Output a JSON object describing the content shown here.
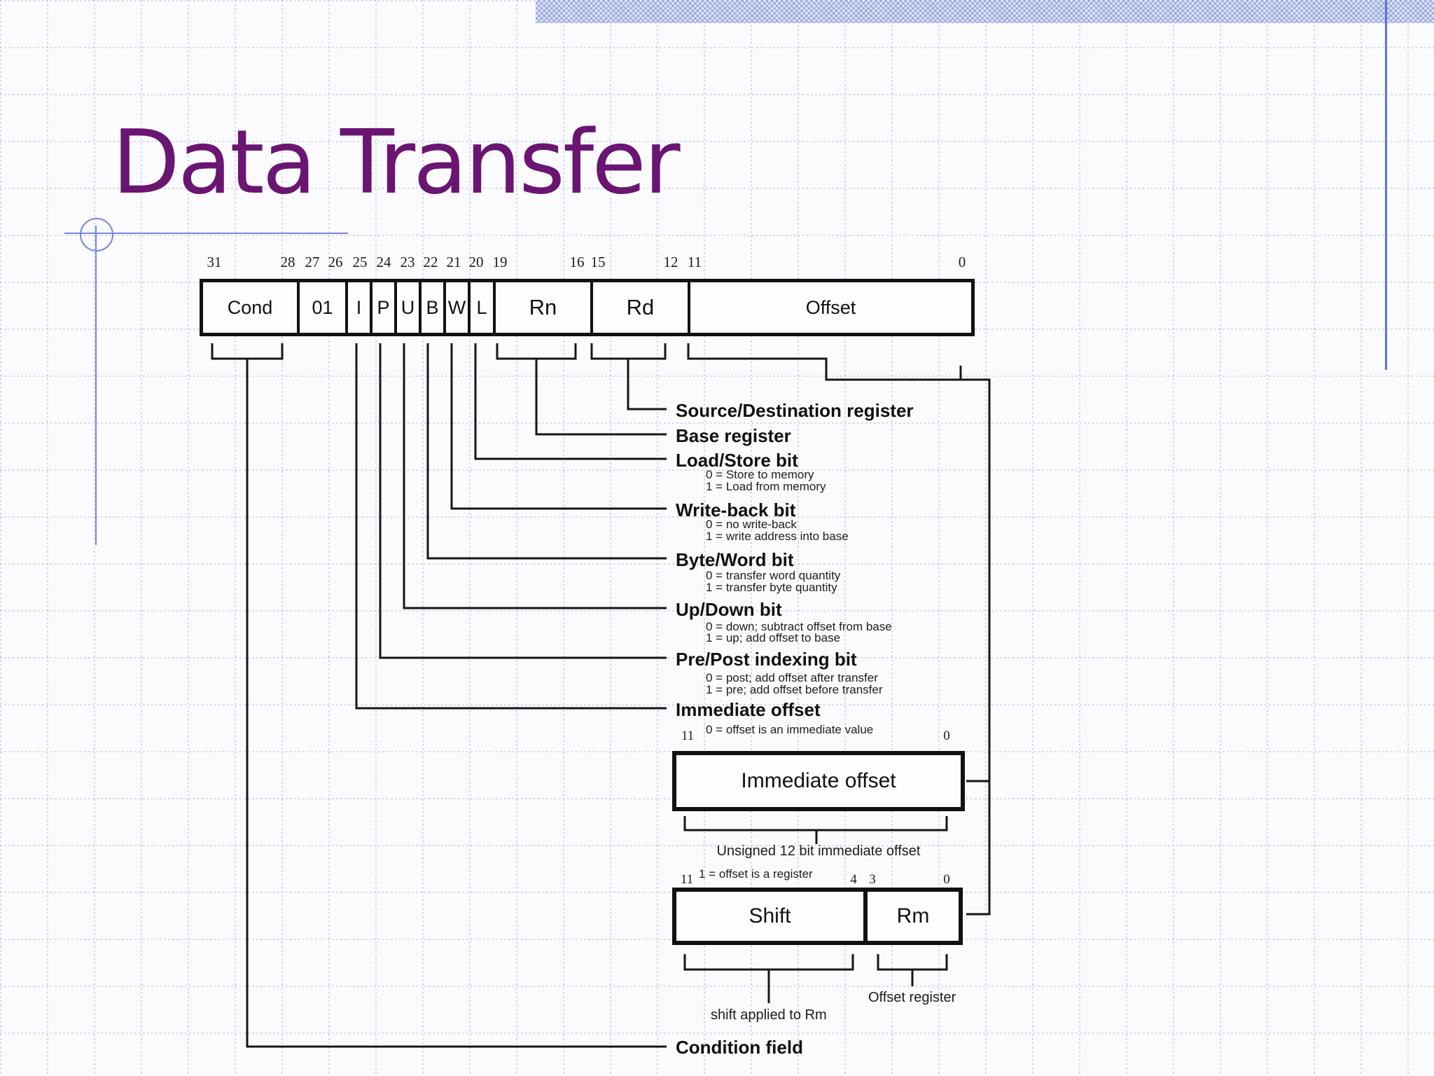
{
  "slide": {
    "title": "Data Transfer"
  },
  "colors": {
    "title_purple": "#6a1572",
    "accent_blue": "#7388dc",
    "right_line_blue": "#5b76d8",
    "grid_blue": "#b6c1e9",
    "diagram_black": "#161616"
  },
  "register_box": {
    "bit_numbers": [
      "31",
      "28",
      "27",
      "26",
      "25",
      "24",
      "23",
      "22",
      "21",
      "20",
      "19",
      "16",
      "15",
      "12",
      "11",
      "0"
    ],
    "fields": [
      {
        "label": "Cond"
      },
      {
        "label": "01"
      },
      {
        "label": "I"
      },
      {
        "label": "P"
      },
      {
        "label": "U"
      },
      {
        "label": "B"
      },
      {
        "label": "W"
      },
      {
        "label": "L"
      },
      {
        "label": "Rn"
      },
      {
        "label": "Rd"
      },
      {
        "label": "Offset"
      }
    ]
  },
  "annotations": {
    "source_dest": {
      "label": "Source/Destination register"
    },
    "base": {
      "label": "Base register"
    },
    "load_store": {
      "label": "Load/Store bit",
      "line0": "0 = Store to memory",
      "line1": "1 = Load from memory"
    },
    "write_back": {
      "label": "Write-back bit",
      "line0": "0 = no write-back",
      "line1": "1 = write address into base"
    },
    "byte_word": {
      "label": "Byte/Word bit",
      "line0": "0 = transfer word quantity",
      "line1": "1 = transfer byte quantity"
    },
    "up_down": {
      "label": "Up/Down bit",
      "line0": "0 = down; subtract offset from base",
      "line1": "1 = up; add offset to base"
    },
    "pre_post": {
      "label": "Pre/Post indexing bit",
      "line0": "0 = post; add offset after transfer",
      "line1": "1 = pre; add offset before transfer"
    },
    "immediate": {
      "label": "Immediate offset",
      "line0": "0 = offset is an immediate value"
    }
  },
  "immediate_box": {
    "bit_left": "11",
    "bit_right": "0",
    "label": "Immediate offset",
    "caption": "Unsigned 12 bit immediate offset"
  },
  "register_offset": {
    "note": "1 = offset is a register",
    "bits": [
      "11",
      "4",
      "3",
      "0"
    ],
    "shift_label": "Shift",
    "rm_label": "Rm",
    "shift_caption": "shift applied to Rm",
    "rm_caption": "Offset register"
  },
  "condition": {
    "label": "Condition field"
  }
}
